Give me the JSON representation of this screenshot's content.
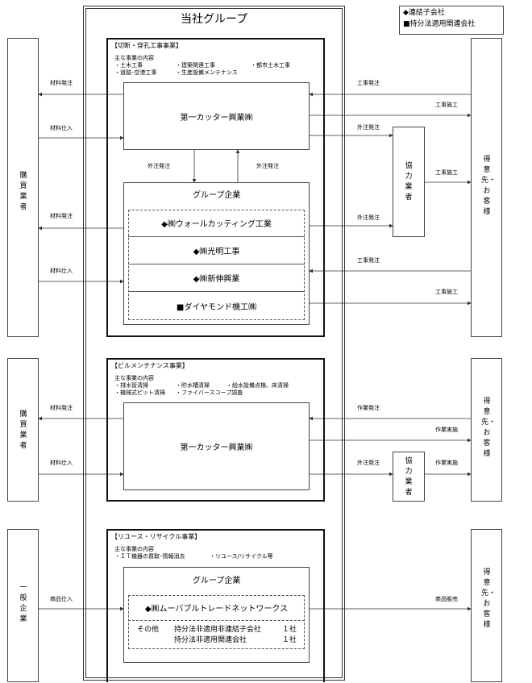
{
  "title": "当社グループ",
  "legend": {
    "consolidated": "◆連結子会社",
    "equity": "■持分法適用関連会社"
  },
  "side_labels": {
    "buyer": "購買業者",
    "general": "一般企業",
    "customer": "得意先・お客様",
    "partner": "協力業者"
  },
  "section1": {
    "header": "【切断・穿孔工事事業】",
    "contents_title": "主な事業の内容",
    "items": [
      "・土木工事",
      "・道路･空港工事",
      "・建築関連工事",
      "・生産設備メンテナンス",
      "・都市土木工事"
    ],
    "company": "第一カッター興業㈱",
    "group_title": "グループ企業",
    "group_companies": [
      "◆㈱ウォールカッティング工業",
      "◆㈱光明工事",
      "◆㈱新伸興業",
      "■ダイヤモンド機工㈱"
    ]
  },
  "section2": {
    "header": "【ビルメンテナンス事業】",
    "contents_title": "主な事業の内容",
    "items": [
      "・排水管清掃",
      "・機械式ピット清掃",
      "・貯水槽清掃",
      "・ファイバースコープ調査",
      "・給水設備点検、床清掃"
    ],
    "company": "第一カッター興業㈱"
  },
  "section3": {
    "header": "【リユース・リサイクル事業】",
    "contents_title": "主な事業の内容",
    "items": [
      "・ＩＴ機器の買取･情報消去",
      "・リユース/リサイクル等"
    ],
    "group_title": "グループ企業",
    "company": "◆㈱ムーバブルトレードネットワークス",
    "other_label": "その他",
    "other_rows": [
      {
        "label": "持分法非適用非連結子会社",
        "count": "１社"
      },
      {
        "label": "持分法非適用関連会社",
        "count": "１社"
      }
    ]
  },
  "flow_labels": {
    "material_order": "材料発注",
    "material_purchase": "材料仕入",
    "construction_order": "工事発注",
    "construction_work": "工事施工",
    "outsource_order": "外注発注",
    "work_order": "作業発注",
    "work_exec": "作業実施",
    "product_purchase": "商品仕入",
    "product_sales": "商品販売"
  }
}
